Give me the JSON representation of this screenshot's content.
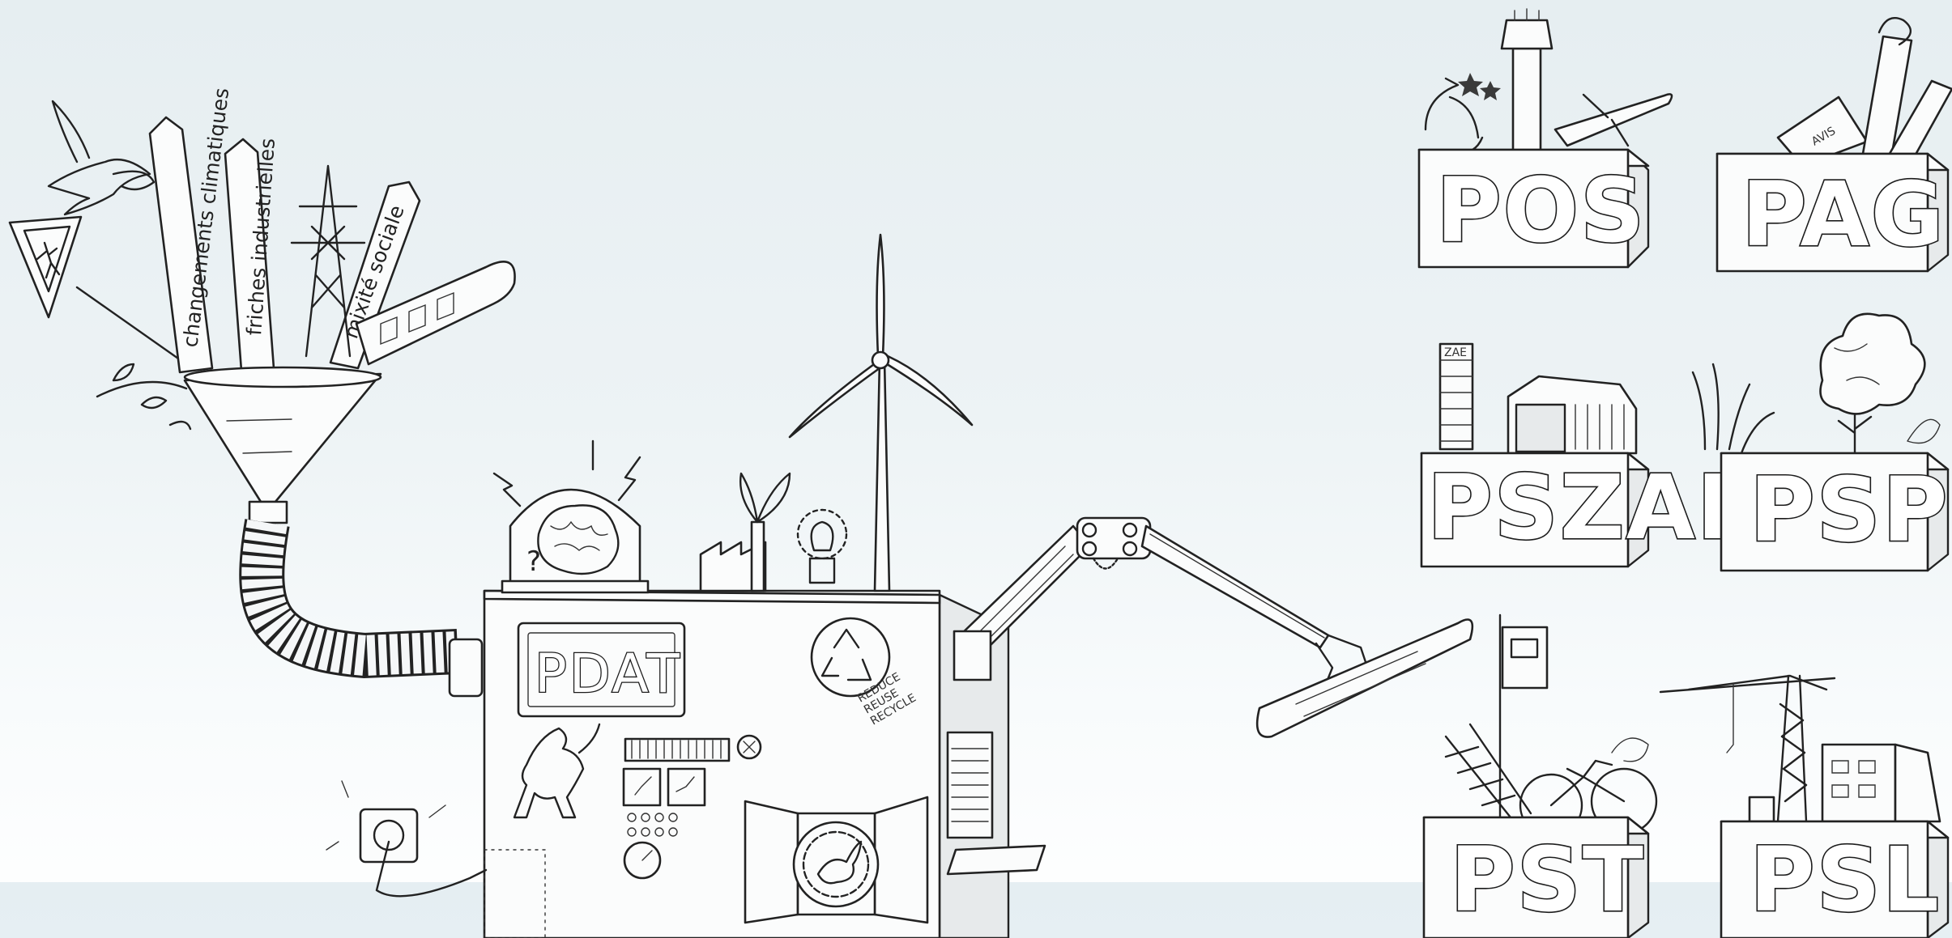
{
  "machine": {
    "label": "PDAT",
    "recycle_text": [
      "REDUCE",
      "REUSE",
      "RECYCLE"
    ]
  },
  "funnel_stakes": [
    "changements climatiques",
    "friches industrielles",
    "mixité sociale"
  ],
  "plan_boxes": [
    {
      "label": "POS",
      "icon": "airport-tower-icon"
    },
    {
      "label": "PAG",
      "icon": "newspaper-icon",
      "extra_text": "AVIS"
    },
    {
      "label": "PSZAE",
      "icon": "industrial-building-icon",
      "extra_text": "ZAE"
    },
    {
      "label": "PSP",
      "icon": "tree-icon"
    },
    {
      "label": "PST",
      "icon": "bicycle-icon"
    },
    {
      "label": "PSL",
      "icon": "crane-icon"
    }
  ],
  "colors": {
    "background_top": "#e6eef1",
    "background_bottom": "#ffffff",
    "ink": "#222222"
  }
}
